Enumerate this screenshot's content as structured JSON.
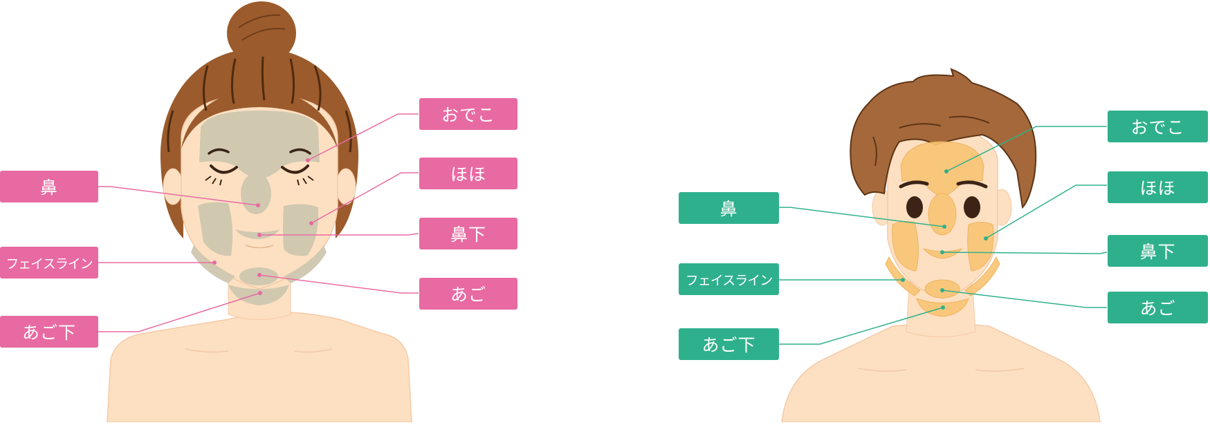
{
  "colors": {
    "female_label": "#e86aa2",
    "male_label": "#2fb08c",
    "skin": "#fde0c2",
    "female_hair": "#9b5b2c",
    "male_hair": "#a4683b",
    "female_zone": "#cfc7b0",
    "male_zone": "#f9c575"
  },
  "female": {
    "labels": {
      "odeko": "おでこ",
      "hoho": "ほほ",
      "hanashita": "鼻下",
      "ago": "あご",
      "hana": "鼻",
      "faceline": "フェイスライン",
      "agoshita": "あご下"
    }
  },
  "male": {
    "labels": {
      "odeko": "おでこ",
      "hoho": "ほほ",
      "hanashita": "鼻下",
      "ago": "あご",
      "hana": "鼻",
      "faceline": "フェイスライン",
      "agoshita": "あご下"
    }
  }
}
